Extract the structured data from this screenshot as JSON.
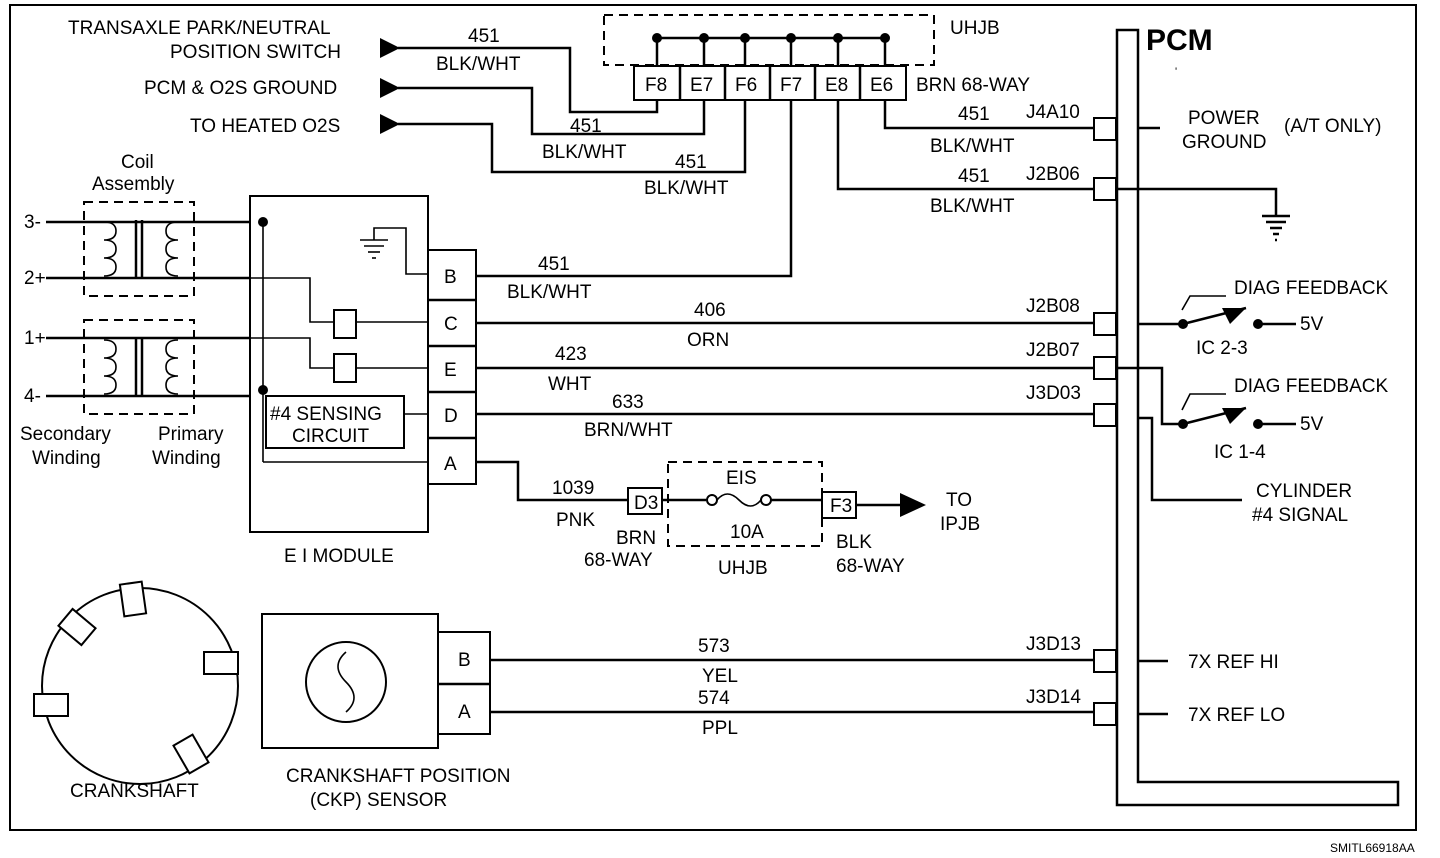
{
  "labels": {
    "pcm": "PCM",
    "uhjb_top": "UHJB",
    "brn68_top": "BRN 68-WAY",
    "trans_sw_1": "TRANSAXLE PARK/NEUTRAL",
    "trans_sw_2": "POSITION SWITCH",
    "pcm_o2s_gnd": "PCM & O2S GROUND",
    "heated_o2s": "TO HEATED O2S",
    "coil_1": "Coil",
    "coil_2": "Assembly",
    "sec_wind_1": "Secondary",
    "sec_wind_2": "Winding",
    "pri_wind_1": "Primary",
    "pri_wind_2": "Winding",
    "ei_module": "E I MODULE",
    "sensing_1": "#4 SENSING",
    "sensing_2": "CIRCUIT",
    "power_ground_1": "POWER",
    "power_ground_2": "GROUND",
    "at_only": "(A/T ONLY)",
    "diag_fb_1": "DIAG FEEDBACK",
    "diag_fb_2": "DIAG FEEDBACK",
    "ic23": "IC 2-3",
    "ic14": "IC 1-4",
    "v5_1": "5V",
    "v5_2": "5V",
    "cyl4_1": "CYLINDER",
    "cyl4_2": "#4 SIGNAL",
    "ref_hi": "7X REF HI",
    "ref_lo": "7X REF LO",
    "eis": "EIS",
    "fuse_amp": "10A",
    "uhjb_bottom": "UHJB",
    "to": "TO",
    "ipjb": "IPJB",
    "brn_1": "BRN",
    "brn_2": "68-WAY",
    "blk_1": "BLK",
    "blk_2": "68-WAY",
    "crankshaft": "CRANKSHAFT",
    "ckp_1": "CRANKSHAFT POSITION",
    "ckp_2": "(CKP) SENSOR",
    "figure_id": "SMITL66918AA"
  },
  "coil_terminals": [
    "3-",
    "2+",
    "1+",
    "4-"
  ],
  "uhjb_pins": [
    "F8",
    "E7",
    "F6",
    "F7",
    "E8",
    "E6"
  ],
  "fuse_pins": {
    "in": "D3",
    "out": "F3"
  },
  "ei_pins": [
    "B",
    "C",
    "E",
    "D",
    "A"
  ],
  "ckp_pins": [
    "B",
    "A"
  ],
  "pcm_pins": [
    "J4A10",
    "J2B06",
    "J2B08",
    "J2B07",
    "J3D03",
    "J3D13",
    "J3D14"
  ],
  "wires": [
    {
      "circuit": "451",
      "color": "BLK/WHT",
      "to": "TRANSAXLE PARK/NEUTRAL POSITION SWITCH"
    },
    {
      "circuit": "451",
      "color": "BLK/WHT",
      "to": "PCM & O2S GROUND"
    },
    {
      "circuit": "451",
      "color": "BLK/WHT",
      "to": "TO HEATED O2S"
    },
    {
      "circuit": "451",
      "color": "BLK/WHT",
      "to": "J4A10"
    },
    {
      "circuit": "451",
      "color": "BLK/WHT",
      "to": "J2B06"
    },
    {
      "circuit": "451",
      "color": "BLK/WHT",
      "to": "EI B"
    },
    {
      "circuit": "406",
      "color": "ORN",
      "to": "J2B08"
    },
    {
      "circuit": "423",
      "color": "WHT",
      "to": "J2B07"
    },
    {
      "circuit": "633",
      "color": "BRN/WHT",
      "to": "J3D03"
    },
    {
      "circuit": "1039",
      "color": "PNK",
      "to": "D3"
    },
    {
      "circuit": "573",
      "color": "YEL",
      "to": "J3D13"
    },
    {
      "circuit": "574",
      "color": "PPL",
      "to": "J3D14"
    }
  ]
}
